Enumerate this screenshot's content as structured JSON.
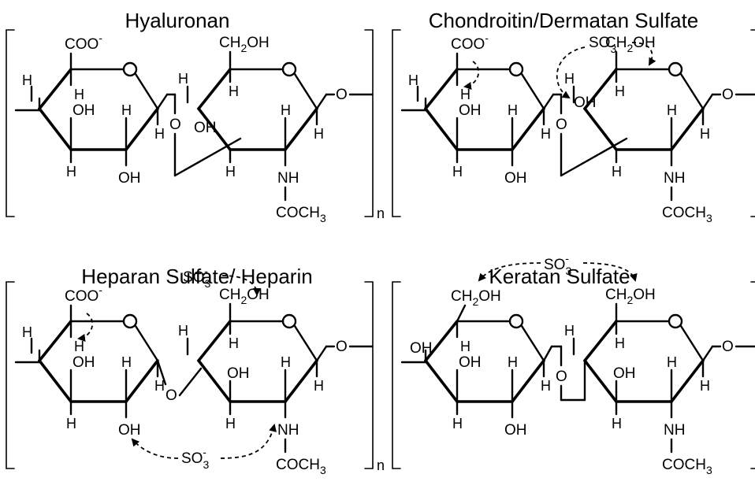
{
  "titles": {
    "hyaluronan": "Hyaluronan",
    "chondroitin": "Chondroitin/Dermatan Sulfate",
    "heparan": "Heparan Sulfate/ Heparin",
    "keratan": "Keratan Sulfate"
  },
  "groups": {
    "coo": "COO",
    "coo_charge": "-",
    "ch2": "CH",
    "sub2": "2",
    "oh": "OH",
    "h": "H",
    "o": "O",
    "nh": "NH",
    "coch": "COCH",
    "sub3": "3",
    "so": "SO",
    "so_sub": "3",
    "so_charge": "-",
    "repeat_n": "n"
  }
}
